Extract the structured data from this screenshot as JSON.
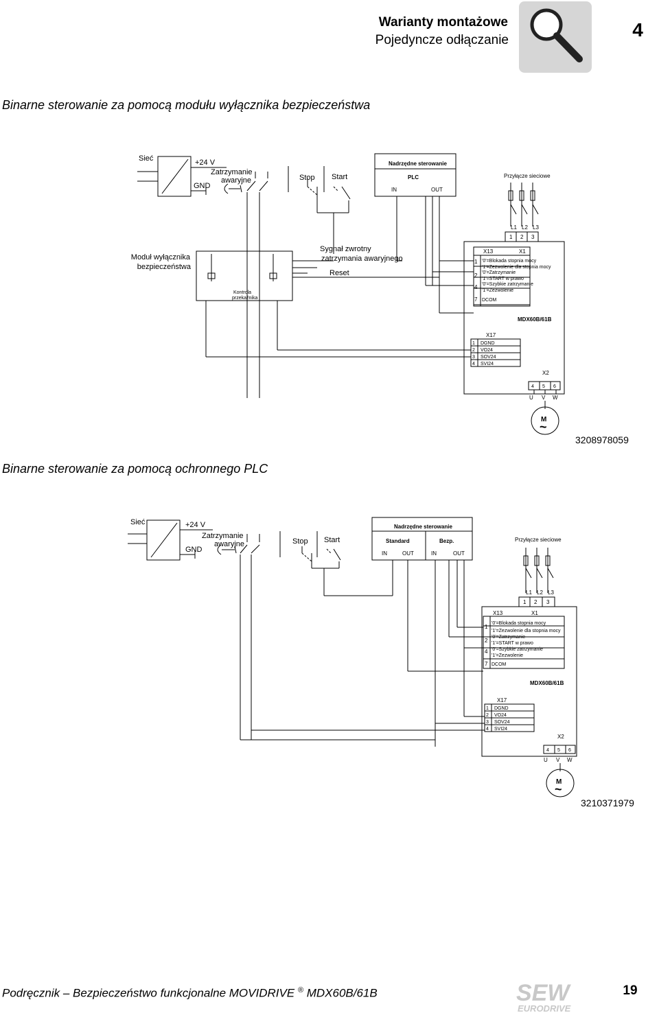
{
  "header": {
    "title": "Warianty montażowe",
    "subtitle": "Pojedyncze odłączanie",
    "chapter": "4"
  },
  "sections": {
    "first": "Binarne sterowanie za pomocą modułu wyłącznika bezpieczeństwa",
    "second": "Binarne sterowanie za pomocą ochronnego PLC"
  },
  "diagram1": {
    "mains": "Sieć",
    "v24": "+24 V",
    "gnd": "GND",
    "estop1": "Zatrzymanie",
    "estop2": "awaryjne",
    "stop": "Stop",
    "start": "Start",
    "ctrl_title": "Nadrzędne sterowanie",
    "plc": "PLC",
    "in": "IN",
    "out": "OUT",
    "mains_conn": "Przyłącze sieciowe",
    "l1": "L1",
    "l2": "L2",
    "l3": "L3",
    "t1": "1",
    "t2": "2",
    "t3": "3",
    "module1": "Moduł wyłącznika",
    "module2": "bezpieczeństwa",
    "relay1": "Kontrola",
    "relay2": "przekaźnika",
    "feedback1": "Sygnał zwrotny",
    "feedback2": "zatrzymania awaryjnego",
    "reset": "Reset",
    "x13": "X13",
    "x1": "X1",
    "p1": "1",
    "p2": "2",
    "p4": "4",
    "p7": "7",
    "s1a": "'0'=Blokada stopnia mocy",
    "s1b": "'1'=Zezwolenie dla stopnia mocy",
    "s2a": "'0'=Zatrzymanie",
    "s2b": "'1'=START w prawo",
    "s4a": "'0'=Szybkie zatrzymanie",
    "s4b": "'1'=Zezwolenie",
    "dcom": "DCOM",
    "device": "MDX60B/61B",
    "x17": "X17",
    "q1": "1",
    "q2": "2",
    "q3": "3",
    "q4": "4",
    "dgnd": "DGND",
    "vo24": "VO24",
    "sov24": "SOV24",
    "svi24": "SVI24",
    "x2": "X2",
    "k4": "4",
    "k5": "5",
    "k6": "6",
    "u": "U",
    "v": "V",
    "w": "W",
    "motor": "M",
    "tilde": "~",
    "fig": "3208978059"
  },
  "diagram2": {
    "mains": "Sieć",
    "v24": "+24 V",
    "gnd": "GND",
    "estop1": "Zatrzymanie",
    "estop2": "awaryjne",
    "stop": "Stop",
    "start": "Start",
    "ctrl_title": "Nadrzędne sterowanie",
    "standard": "Standard",
    "bezp": "Bezp.",
    "in": "IN",
    "out": "OUT",
    "mains_conn": "Przyłącze sieciowe",
    "l1": "L1",
    "l2": "L2",
    "l3": "L3",
    "t1": "1",
    "t2": "2",
    "t3": "3",
    "x13": "X13",
    "x1": "X1",
    "p1": "1",
    "p2": "2",
    "p4": "4",
    "p7": "7",
    "s1a": "'0'=Blokada stopnia mocy",
    "s1b": "'1'=Zezwolenie dla stopnia mocy",
    "s2a": "'0'=Zatrzymanie",
    "s2b": "'1'=START w prawo",
    "s4a": "'0'=Szybkie zatrzymanie",
    "s4b": "'1'=Zezwolenie",
    "dcom": "DCOM",
    "device": "MDX60B/61B",
    "x17": "X17",
    "q1": "1",
    "q2": "2",
    "q3": "3",
    "q4": "4",
    "dgnd": "DGND",
    "vo24": "VO24",
    "sov24": "SOV24",
    "svi24": "SVI24",
    "x2": "X2",
    "k4": "4",
    "k5": "5",
    "k6": "6",
    "u": "U",
    "v": "V",
    "w": "W",
    "motor": "M",
    "tilde": "~",
    "fig": "3210371979"
  },
  "footer": {
    "manual": "Podręcznik – Bezpieczeństwo funkcjonalne MOVIDRIVE",
    "reg": "®",
    "model": "MDX60B/61B",
    "page": "19",
    "logo1": "SEW",
    "logo2": "EURODRIVE"
  }
}
